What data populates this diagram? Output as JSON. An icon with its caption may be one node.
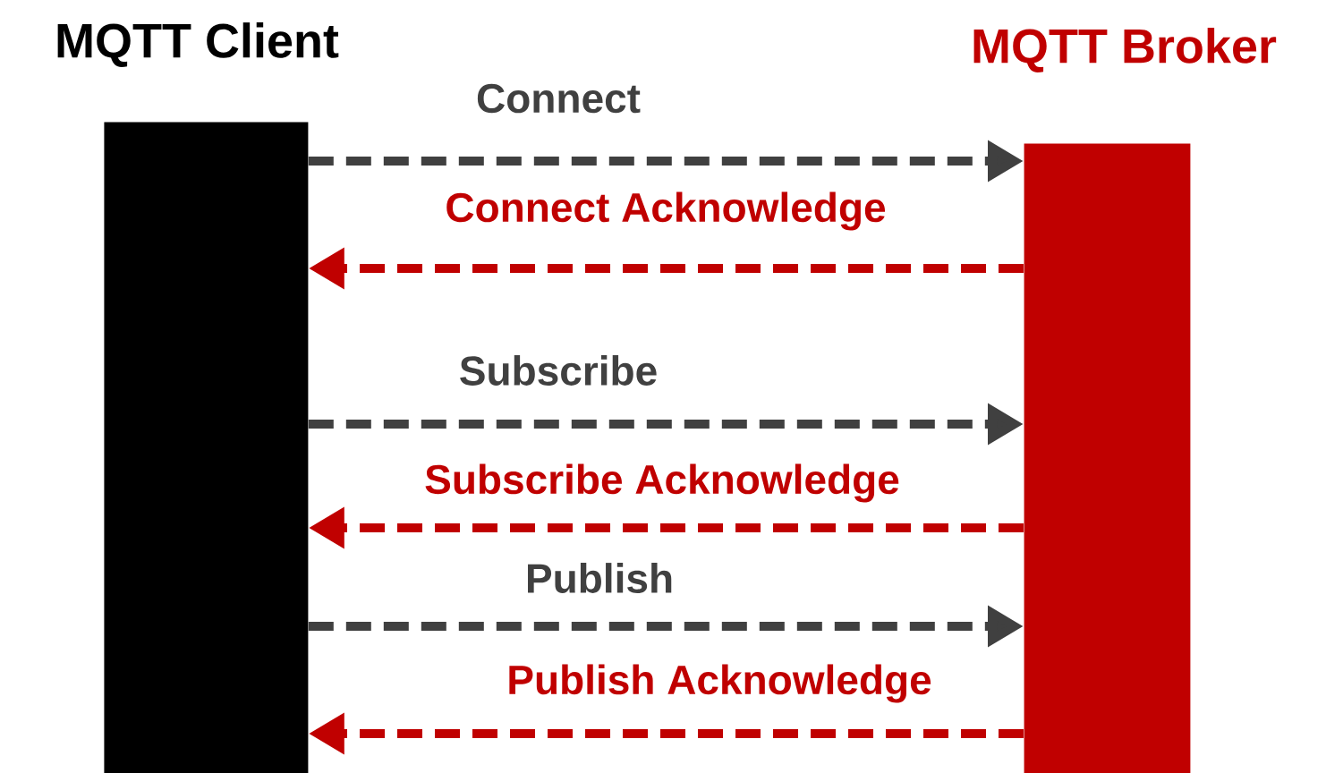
{
  "diagram": {
    "nodes": [
      {
        "text": [
          "MQTT Client"
        ]
      },
      {
        "text": [
          "MQTT Broker"
        ]
      }
    ],
    "edges": [
      {
        "from": 0,
        "to": 1,
        "arrow": "to",
        "label": "Connect",
        "style": "dashed",
        "color": "#404040"
      },
      {
        "from": 1,
        "to": 0,
        "arrow": "to",
        "label": "Connect Acknowledge",
        "style": "dashed",
        "color": "#c00000"
      },
      {
        "from": 0,
        "to": 1,
        "arrow": "to",
        "label": "Subscribe",
        "style": "dashed",
        "color": "#404040"
      },
      {
        "from": 1,
        "to": 0,
        "arrow": "to",
        "label": "Subscribe Acknowledge",
        "style": "dashed",
        "color": "#c00000"
      },
      {
        "from": 0,
        "to": 1,
        "arrow": "to",
        "label": "Publish",
        "style": "dashed",
        "color": "#404040"
      },
      {
        "from": 1,
        "to": 0,
        "arrow": "to",
        "label": "Publish Acknowledge",
        "style": "dashed",
        "color": "#c00000"
      }
    ]
  }
}
